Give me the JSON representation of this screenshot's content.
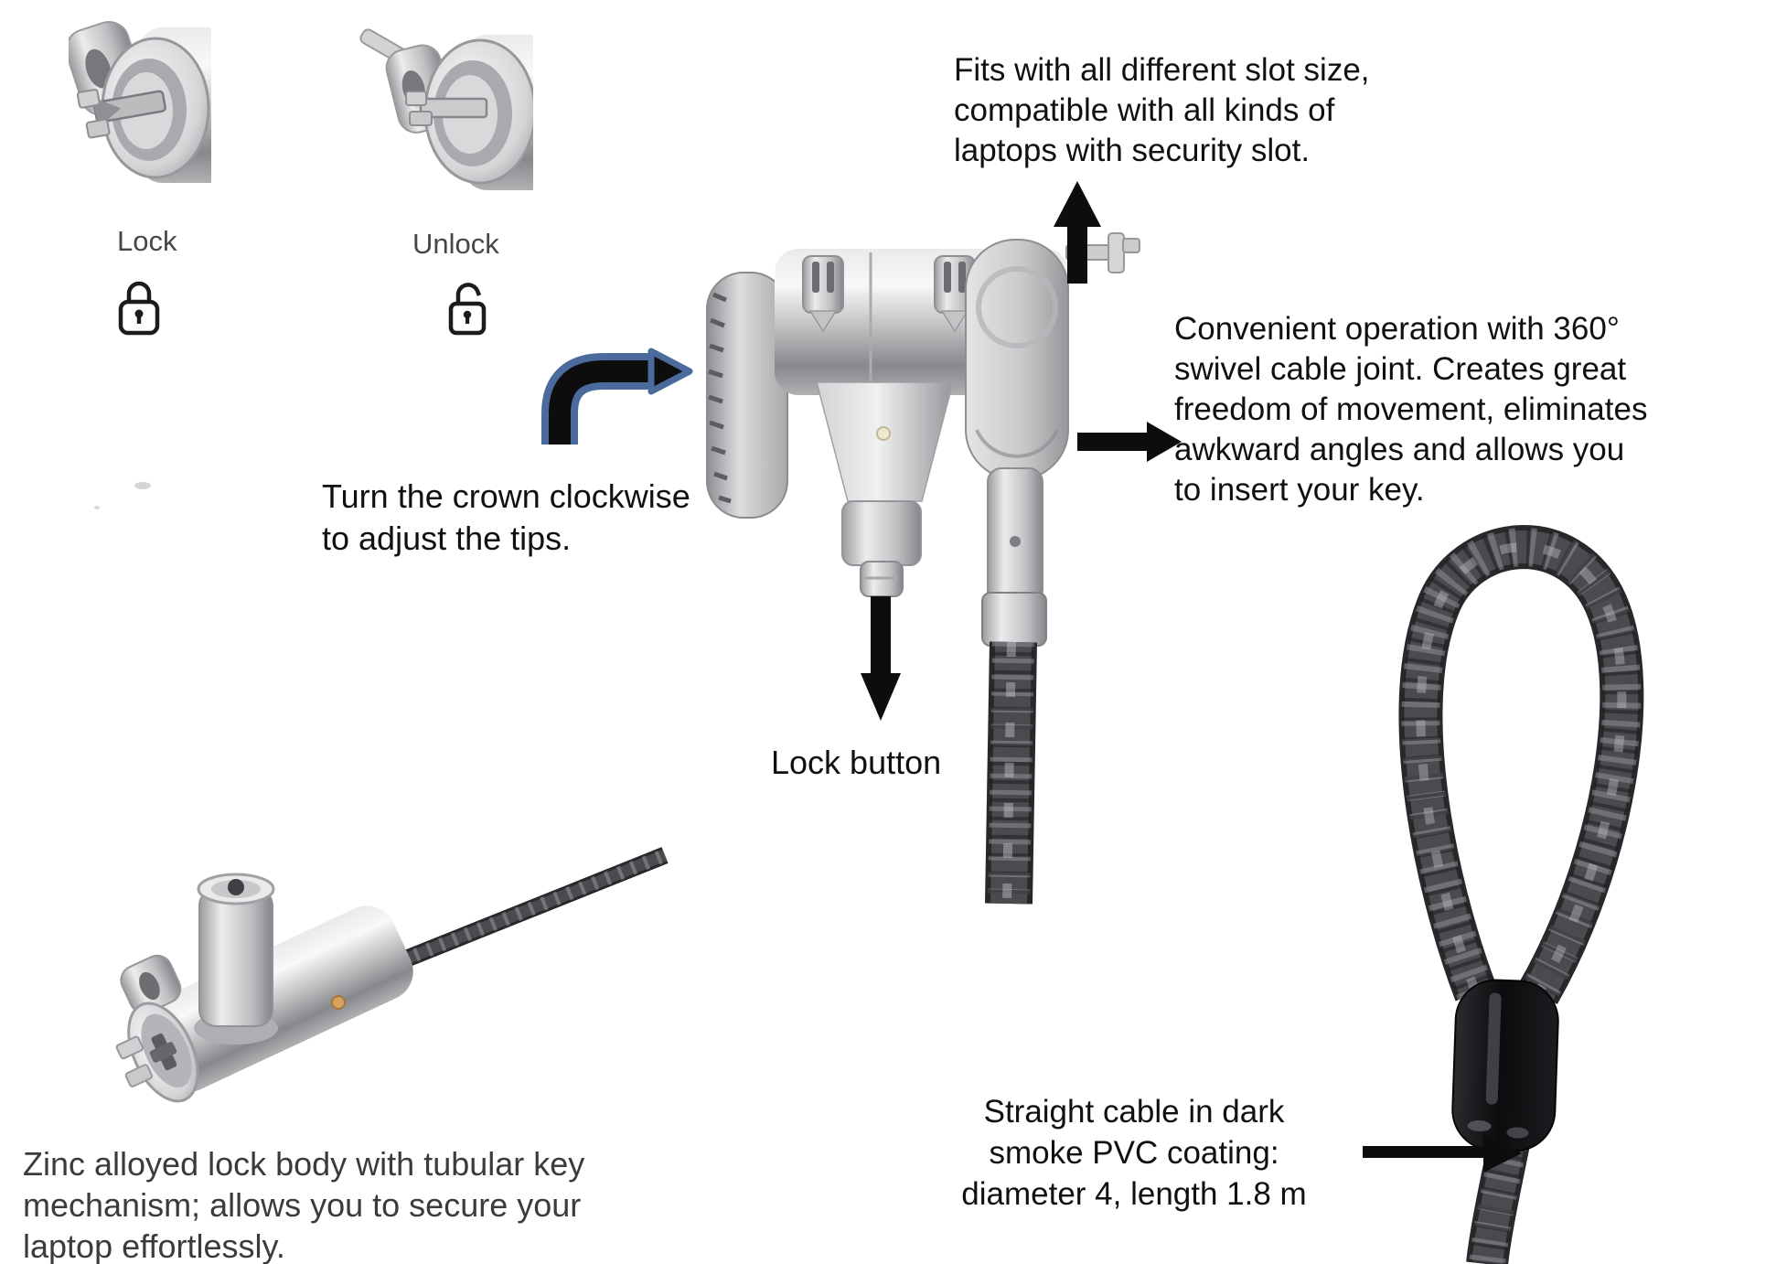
{
  "page": {
    "background": "#ffffff",
    "kind": "product-annotation-diagram",
    "product": "laptop security cable lock"
  },
  "captions": {
    "lock_label": "Lock",
    "unlock_label": "Unlock"
  },
  "annotations": {
    "slot_fit": "Fits with all different slot size,\ncompatible with all kinds of\nlaptops with security slot.",
    "swivel": "Convenient operation with 360°\nswivel cable joint. Creates great\nfreedom of movement, eliminates\nawkward angles and allows you\nto insert your key.",
    "crown": "Turn the crown clockwise\nto adjust the tips.",
    "lock_button": "Lock button",
    "zinc_body": "Zinc alloyed lock body with tubular key\nmechanism; allows you to secure your\nlaptop effortlessly.",
    "cable_spec": "Straight cable in dark\nsmoke PVC coating:\ndiameter 4, length 1.8 m"
  },
  "icons": {
    "lock_icon": "closed-padlock",
    "unlock_icon": "open-padlock",
    "arrow_up": "up-arrow",
    "arrow_right": "right-arrow",
    "arrow_down": "down-arrow",
    "arrow_cable": "right-arrow",
    "arrow_curved": "curved-clockwise-arrow"
  },
  "colors": {
    "annotation_text": "#101010",
    "caption_text": "#474747",
    "zinc_text": "#3b3b3b",
    "arrow_black": "#0d0d0d",
    "arrow_blue_outline": "#4a6b9b",
    "metal_light": "#f3f3f4",
    "metal_mid": "#c6c7c9",
    "metal_dark": "#85868a",
    "cable_dark": "#3a3b3e",
    "pvc_black": "#101012"
  }
}
